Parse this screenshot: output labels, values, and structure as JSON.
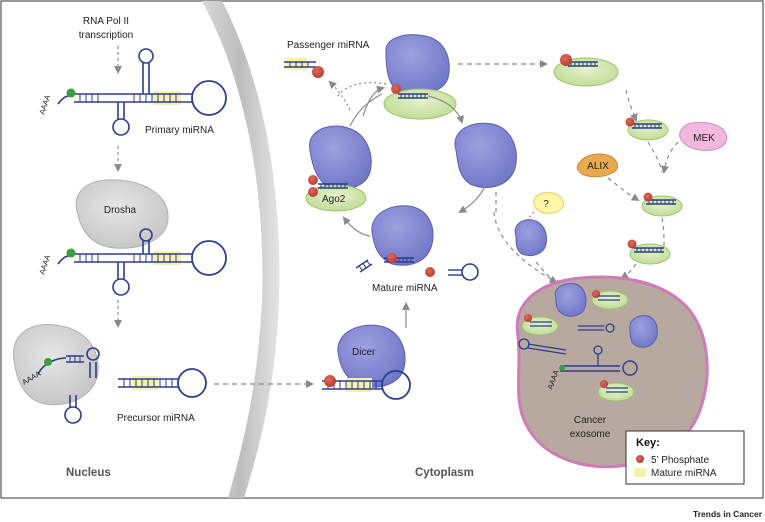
{
  "labels": {
    "rna_pol": "RNA Pol II",
    "transcription": "transcription",
    "primary_mirna": "Primary miRNA",
    "drosha": "Drosha",
    "aaaa": "AAAA",
    "precursor_mirna": "Precursor miRNA",
    "nucleus": "Nucleus",
    "cytoplasm": "Cytoplasm",
    "passenger_mirna": "Passenger miRNA",
    "ago2": "Ago2",
    "mature_mirna": "Mature miRNA",
    "dicer": "Dicer",
    "question": "?",
    "mek": "MEK",
    "alix": "ALIX",
    "cancer": "Cancer",
    "exosome": "exosome"
  },
  "key": {
    "title": "Key:",
    "phosphate": "5’ Phosphate",
    "mature": "Mature miRNA"
  },
  "brand": "Trends in Cancer",
  "colors": {
    "rna": "#2b3e8f",
    "phosphate": "#c8473b",
    "mature_highlight": "#f7f2a8",
    "argonaute": "#7b80cf",
    "ago_green": "#d5e8b4",
    "drosha": "#d8d8d8",
    "exosome_fill": "#b7a9a0",
    "exosome_border": "#d07ab8",
    "mek": "#f2b8de",
    "alix": "#e8a94f",
    "question": "#fff6a8"
  }
}
